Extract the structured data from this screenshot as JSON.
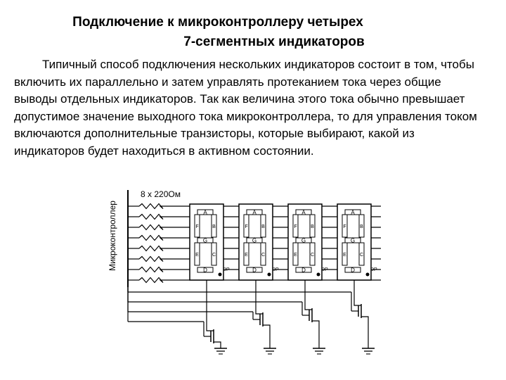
{
  "slide": {
    "title_line1": "Подключение к микроконтроллеру четырех",
    "title_line2": "7-сегментных индикаторов",
    "paragraph": "Типичный способ подключения нескольких индикаторов состоит в том, чтобы включить их параллельно и затем управлять протеканием тока через общие выводы отдельных индикаторов. Так как величина этого тока обычно превышает допустимое значение выходного тока микроконтроллера, то для управления током включаются дополнительные транзисторы, которые выбирают, какой из индикаторов будет находиться в активном состоянии."
  },
  "diagram": {
    "mcu_label": "Микроконтроллер",
    "resistor_label": "8 x 220Ом",
    "segment_labels": {
      "a": "A",
      "b": "B",
      "c": "C",
      "d": "D",
      "e": "E",
      "f": "F",
      "g": "G",
      "dp": "DP"
    },
    "indicator_count": 4,
    "transistor_count": 4
  }
}
